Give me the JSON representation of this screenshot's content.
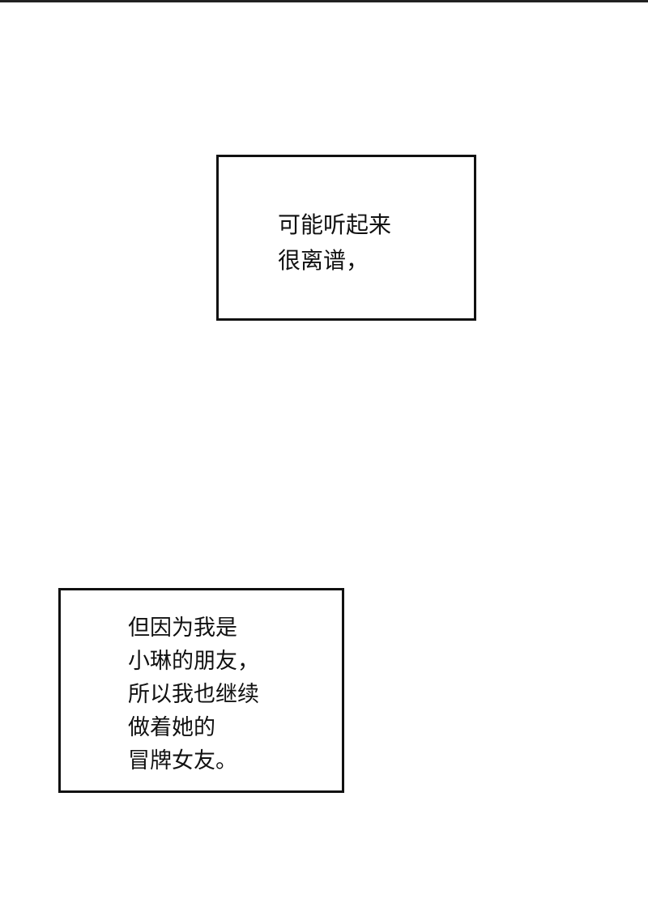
{
  "panel1": {
    "lines": [
      "可能听起来",
      "很离谱，"
    ]
  },
  "panel2": {
    "lines": [
      "但因为我是",
      "小琳的朋友，",
      "所以我也继续",
      "做着她的",
      "冒牌女友。"
    ]
  }
}
